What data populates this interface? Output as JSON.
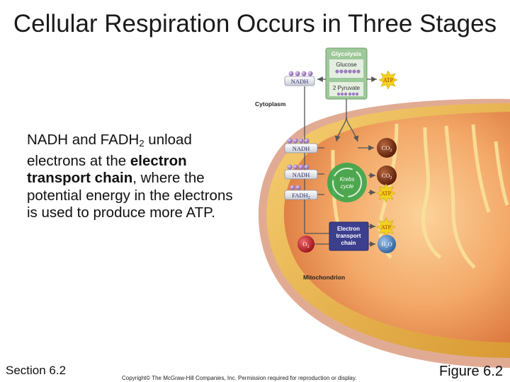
{
  "slide": {
    "title": "Cellular Respiration Occurs in Three Stages",
    "body": {
      "p1": "NADH and FADH",
      "p1_sub": "2",
      "p2": " unload electrons at the ",
      "bold1": "electron transport chain",
      "p3": ", where the potential energy in the electrons is used to produce more ATP."
    },
    "footer_left": "Section 6.2",
    "footer_right": "Figure 6.2",
    "copyright": "Copyright© The McGraw-Hill Companies, Inc. Permission required for reproduction or display."
  },
  "diagram": {
    "glycolysis_title": "Glycolysis",
    "glucose_label": "Glucose",
    "pyruvate_label": "2 Pyruvate",
    "cytoplasm_label": "Cytoplasm",
    "mitochondrion_label": "Mitochondrion",
    "krebs_label_1": "Krebs",
    "krebs_label_2": "cycle",
    "etc_label_1": "Electron",
    "etc_label_2": "transport",
    "etc_label_3": "chain",
    "nadh": "NADH",
    "fadh2_main": "FADH",
    "fadh2_sub": "2",
    "atp": "ATP",
    "co2_main": "CO",
    "co2_sub": "2",
    "o2_main": "O",
    "o2_sub": "2",
    "h2o_main": "H",
    "h2o_sub": "2",
    "h2o_end": "O",
    "colors": {
      "glycolysis_box": "#9ec99a",
      "outer_membrane": "#e6b24a",
      "matrix": "#f0a26a",
      "krebs": "#2fa64a",
      "etc": "#3c3f8e",
      "atp_starburst": "#f2d21e",
      "co2_circle": "#7b2d12",
      "o2_circle": "#c0272d",
      "h2o_circle": "#4a86c8",
      "nadh_ball": "#a37cc6"
    }
  }
}
